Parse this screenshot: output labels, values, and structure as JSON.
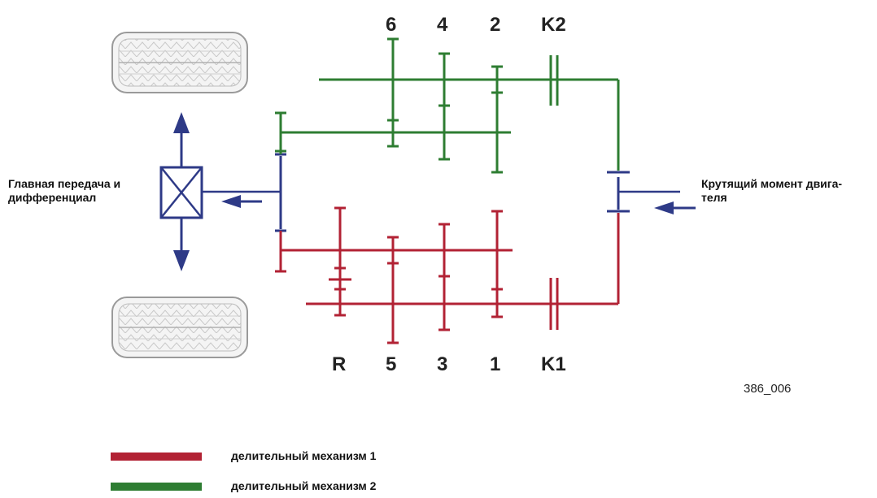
{
  "labels": {
    "final_drive_line1": "Главная передача и",
    "final_drive_line2": "дифференциал",
    "torque_line1": "Крутящий момент двига-",
    "torque_line2": "теля"
  },
  "gears_top": [
    "6",
    "4",
    "2",
    "K2"
  ],
  "gears_bottom": [
    "R",
    "5",
    "3",
    "1",
    "K1"
  ],
  "figure_id": "386_006",
  "legend": [
    {
      "label": "делительный механизм 1",
      "color": "#b22234"
    },
    {
      "label": "делительный механизм 2",
      "color": "#2e7d32"
    }
  ],
  "colors": {
    "subsystem1": "#b22234",
    "subsystem2": "#2e7d32",
    "drive": "#2e3a87"
  }
}
